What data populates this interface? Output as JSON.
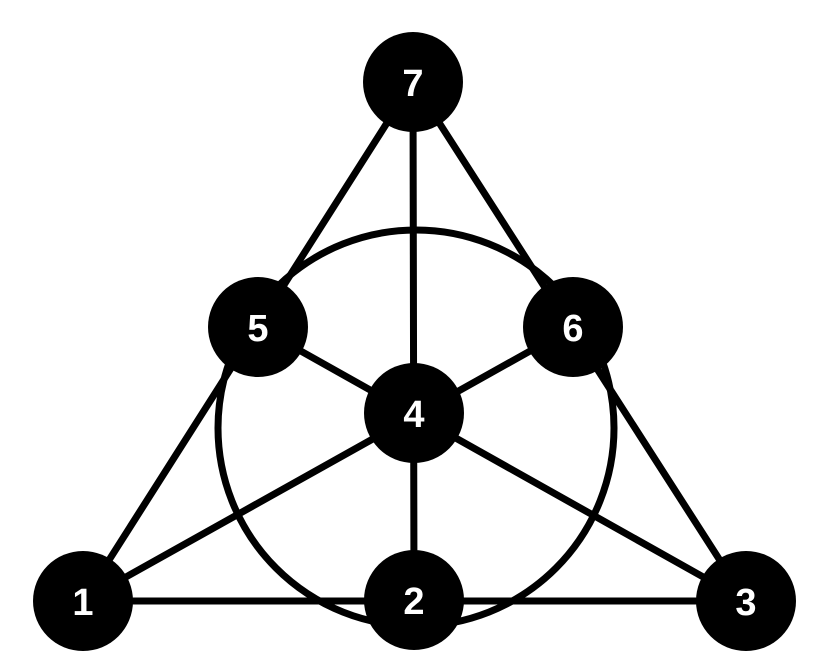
{
  "diagram": {
    "nodes": [
      {
        "id": "1",
        "label": "1"
      },
      {
        "id": "2",
        "label": "2"
      },
      {
        "id": "3",
        "label": "3"
      },
      {
        "id": "4",
        "label": "4"
      },
      {
        "id": "5",
        "label": "5"
      },
      {
        "id": "6",
        "label": "6"
      },
      {
        "id": "7",
        "label": "7"
      }
    ],
    "lines": [
      [
        "1",
        "2",
        "3"
      ],
      [
        "1",
        "5",
        "7"
      ],
      [
        "3",
        "6",
        "7"
      ],
      [
        "1",
        "4",
        "6"
      ],
      [
        "3",
        "4",
        "5"
      ],
      [
        "2",
        "4",
        "7"
      ]
    ],
    "circle_through": [
      "2",
      "5",
      "6"
    ],
    "colors": {
      "node_fill": "#000000",
      "label_text": "#ffffff",
      "edge": "#000000",
      "background": "#ffffff"
    }
  }
}
